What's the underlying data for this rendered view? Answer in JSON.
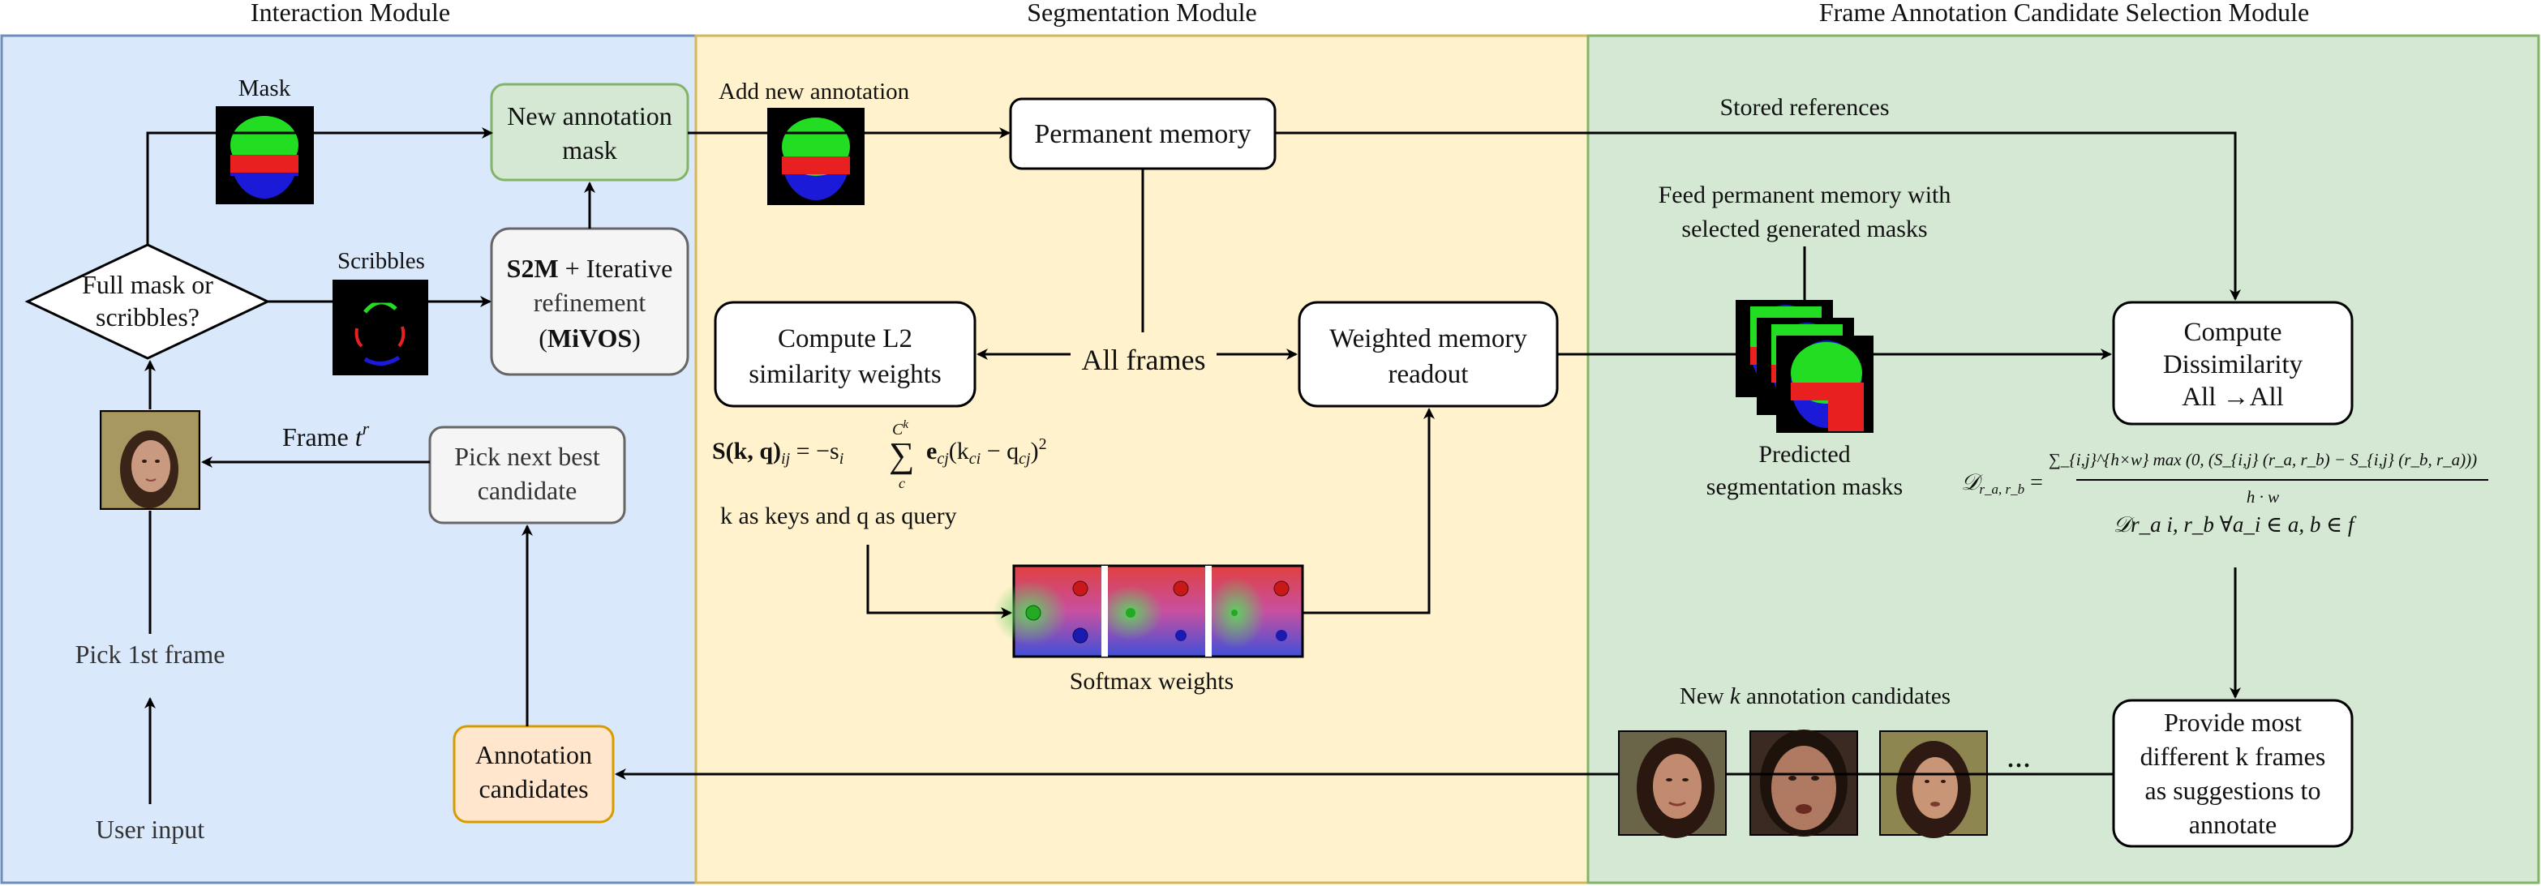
{
  "modules": {
    "interaction": "Interaction Module",
    "segmentation": "Segmentation Module",
    "selection": "Frame Annotation Candidate Selection Module"
  },
  "interaction": {
    "mask_label": "Mask",
    "scribbles_label": "Scribbles",
    "decision": [
      "Full mask or",
      "scribbles?"
    ],
    "new_annotation": [
      "New annotation",
      "mask"
    ],
    "s2m": [
      "S2M",
      " + Iterative",
      "refinement",
      "(",
      "MiVOS",
      ")"
    ],
    "frame_label": "Frame",
    "frame_sym": "t",
    "frame_sup": "r",
    "pick_next": [
      "Pick next best",
      "candidate"
    ],
    "pick_first": "Pick 1st frame",
    "user_input": "User input",
    "candidates": [
      "Annotation",
      "candidates"
    ]
  },
  "segmentation": {
    "add_new": "Add new annotation",
    "permanent_memory": "Permanent memory",
    "compute_l2": [
      "Compute L2",
      "similarity weights"
    ],
    "all_frames": "All frames",
    "weighted_readout": [
      "Weighted memory",
      "readout"
    ],
    "formula_lhs": "S(k, q)",
    "formula_ij": "ij",
    "formula_rhs": " = −s",
    "formula_i": "i",
    "formula_sum_top": "C",
    "formula_sum_top_sup": "k",
    "formula_sum_bottom": "c",
    "formula_body": "e",
    "formula_cj": "cj",
    "formula_paren": "(k",
    "formula_ci": "ci",
    "formula_minus": " − q",
    "formula_cj2": "cj",
    "formula_close": ")",
    "formula_sq": "2",
    "keys_note": "k as keys and q as query",
    "softmax_label": "Softmax weights"
  },
  "selection": {
    "stored_refs": "Stored references",
    "feed_memory": [
      "Feed permanent memory with",
      "selected generated masks"
    ],
    "predicted_masks": [
      "Predicted",
      "segmentation masks"
    ],
    "compute_dissimilarity": [
      "Compute",
      "Dissimilarity",
      "All →All"
    ],
    "dissim_lhs": "𝒟",
    "dissim_sub": "r_a, r_b",
    "dissim_num": "∑_{i,j}^{h×w} max (0, (S_{i,j} (r_a, r_b) − S_{i,j} (r_b, r_a)))",
    "dissim_den": "h · w",
    "dissim_forall": "𝒟r_a i, r_b ∀a_i ∈ a, b ∈ f",
    "new_k": [
      "New ",
      "k",
      " annotation candidates"
    ],
    "ellipsis": "...",
    "provide": [
      "Provide most",
      "different k frames",
      "as suggestions to",
      "annotate"
    ]
  },
  "colors": {
    "interaction_bg": "#dae8fc",
    "interaction_border": "#6c8ebf",
    "segmentation_bg": "#fff2cc",
    "segmentation_border": "#d6b656",
    "selection_bg": "#d5e8d4",
    "selection_border": "#82b366",
    "new_annotation_fill": "#d5e8d4",
    "candidates_fill": "#ffe6cc",
    "candidates_border": "#d79b00",
    "grey_box_fill": "#f5f5f5",
    "grey_box_border": "#666666",
    "mask_green": "#22dd22",
    "mask_red": "#e82020",
    "mask_blue": "#1a1ad8"
  }
}
